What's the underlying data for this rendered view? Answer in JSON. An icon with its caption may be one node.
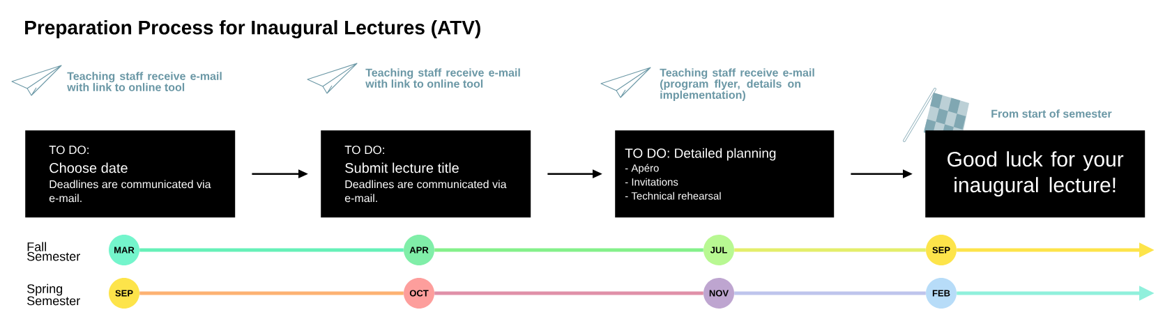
{
  "diagram": {
    "title": "Preparation Process for Inaugural Lectures (ATV)",
    "nodes": [
      {
        "text": [
          "TO DO:",
          "Choose date",
          "Deadlines are communicated via e-mail."
        ],
        "beside": [
          "Teaching staff receive e-mail with link to online tool"
        ]
      },
      {
        "text": [
          "TO DO:",
          "Submit lecture title",
          "Deadlines are communicated via e-mail."
        ],
        "beside": [
          "Teaching staff receive e-mail with link to online tool"
        ]
      },
      {
        "text": [
          "TO DO: Detailed planning",
          "- Apéro",
          "- Invitations",
          "- Technical rehearsal"
        ],
        "beside": [
          "Teaching staff receive e-mail (program flyer, details on implementation)"
        ]
      },
      {
        "text": [
          "Good luck for your inaugural lecture!"
        ],
        "beside": [
          "From start of semester"
        ]
      },
      {
        "text": [
          "MAR"
        ]
      },
      {
        "text": [
          "APR"
        ]
      },
      {
        "text": [
          "JUL"
        ]
      },
      {
        "text": [
          "SEP"
        ]
      },
      {
        "text": [
          "SEP"
        ]
      },
      {
        "text": [
          "OCT"
        ]
      },
      {
        "text": [
          "NOV"
        ]
      },
      {
        "text": [
          "FEB"
        ]
      }
    ],
    "edges": [
      {
        "from": 0,
        "to": 1,
        "arrow": "to"
      },
      {
        "from": 1,
        "to": 2,
        "arrow": "to"
      },
      {
        "from": 2,
        "to": 3,
        "arrow": "to"
      },
      {
        "from": 4,
        "to": 5,
        "arrow": "none",
        "color": "#66f0b8"
      },
      {
        "from": 5,
        "to": 6,
        "arrow": "none",
        "color": "#84f08a"
      },
      {
        "from": 6,
        "to": 7,
        "arrow": "none",
        "color": "#e4ee6a"
      },
      {
        "from": 7,
        "to": null,
        "arrow": "to",
        "color": "#fde44a"
      },
      {
        "from": 8,
        "to": 9,
        "arrow": "none",
        "color": "#fdb272"
      },
      {
        "from": 9,
        "to": 10,
        "arrow": "none",
        "color": "#e090a8"
      },
      {
        "from": 10,
        "to": 11,
        "arrow": "none",
        "color": "#bec4ec"
      },
      {
        "from": 11,
        "to": null,
        "arrow": "to",
        "color": "#90f0dc"
      }
    ],
    "labels": [
      "Fall Semester",
      "Spring Semester"
    ]
  }
}
